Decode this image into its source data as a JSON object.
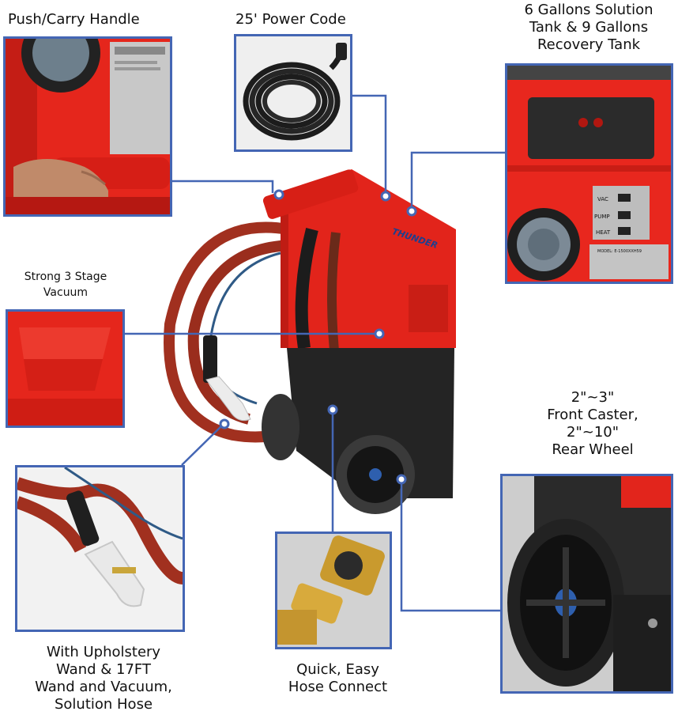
{
  "callouts": {
    "handle": "Push/Carry Handle",
    "power_cord": "25' Power Code",
    "tanks": [
      "6 Gallons Solution",
      "Tank & 9 Gallons",
      "Recovery Tank"
    ],
    "vacuum": [
      "Strong 3 Stage",
      "Vacuum"
    ],
    "wheels": [
      "2\"~3\"",
      "Front Caster,",
      "2\"~10\"",
      "Rear Wheel"
    ],
    "wand": [
      "With Upholstery",
      "Wand & 17FT",
      "Wand and Vacuum,",
      "Solution Hose"
    ],
    "connect": [
      "Quick, Easy",
      "Hose Connect"
    ]
  },
  "panel_text": {
    "brand": "THUNDER",
    "model_line": "MODEL: E-1500XXH59",
    "switches": [
      "VAC",
      "PUMP",
      "HEAT"
    ]
  },
  "colors": {
    "accent_line": "#4466b4",
    "machine_red": "#e0231c",
    "hose_red": "#a1301f",
    "base_black": "#222222"
  }
}
